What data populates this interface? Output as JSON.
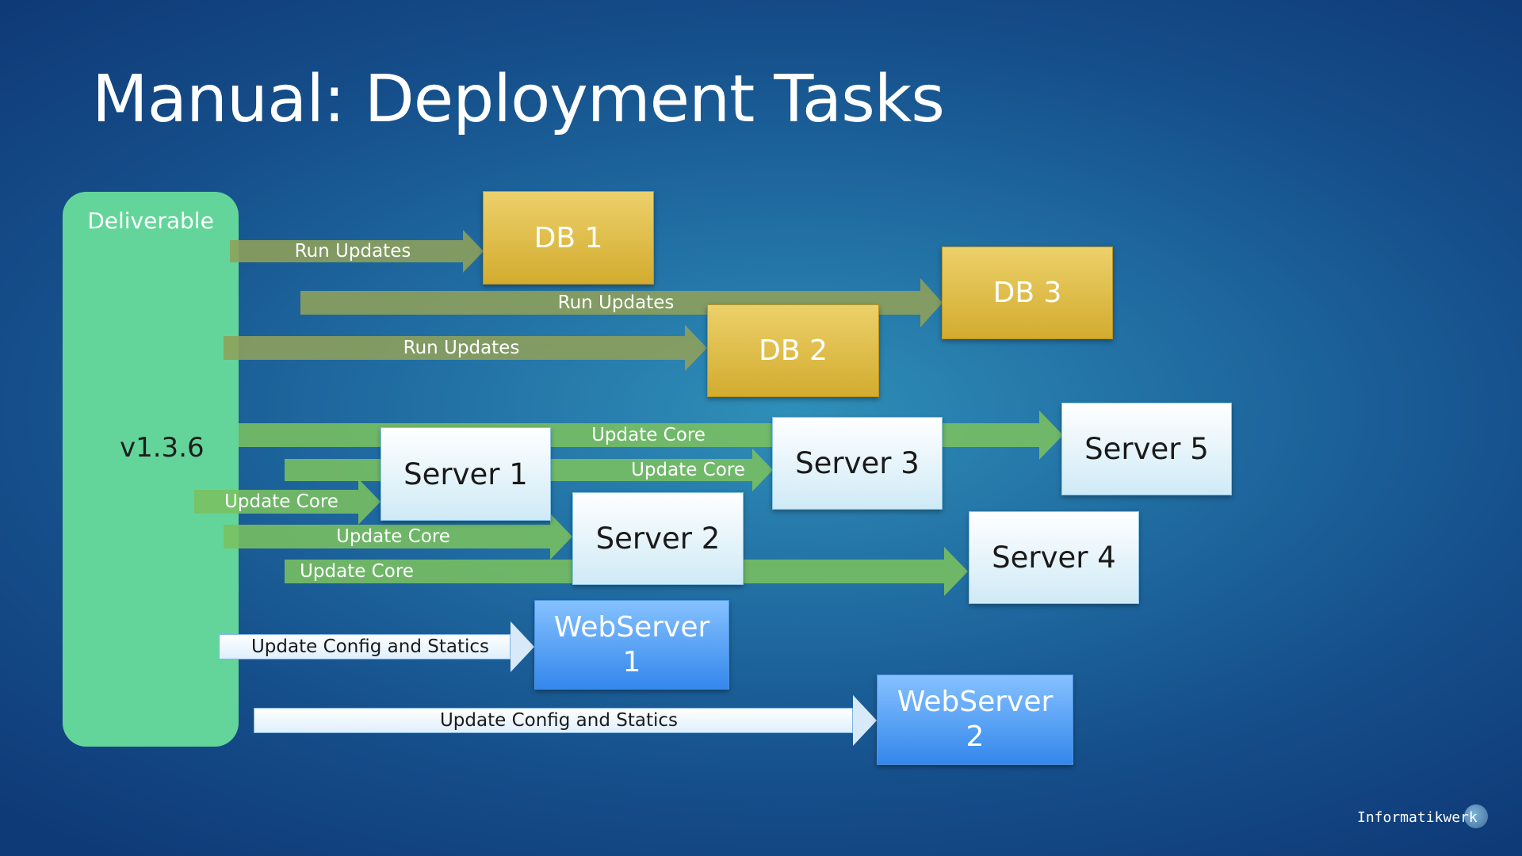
{
  "slide": {
    "title": "Manual: Deployment Tasks",
    "deliverable": {
      "label": "Deliverable",
      "version": "v1.3.6"
    }
  },
  "arrows": {
    "run_updates_db1": "Run Updates",
    "run_updates_db3": "Run Updates",
    "run_updates_db2": "Run Updates",
    "update_core_server5": "Update Core",
    "update_core_server3": "Update Core",
    "update_core_server1": "Update Core",
    "update_core_server2": "Update Core",
    "update_core_server4": "Update Core",
    "update_config_web1": "Update Config and Statics",
    "update_config_web2": "Update Config and Statics"
  },
  "targets": {
    "db1": "DB 1",
    "db2": "DB 2",
    "db3": "DB 3",
    "server1": "Server 1",
    "server2": "Server 2",
    "server3": "Server 3",
    "server4": "Server 4",
    "server5": "Server 5",
    "webserver1": "WebServer 1",
    "webserver2": "WebServer 2"
  },
  "logo": {
    "text": "Informatikwerk"
  },
  "colors": {
    "deliverable": "#63d59a",
    "db": "#dcb53e",
    "server": "#e6f4fb",
    "webserver": "#4a98f0",
    "arrow_db": "#8fa05a",
    "arrow_server": "#7ac060",
    "arrow_web": "#eef6fd"
  }
}
